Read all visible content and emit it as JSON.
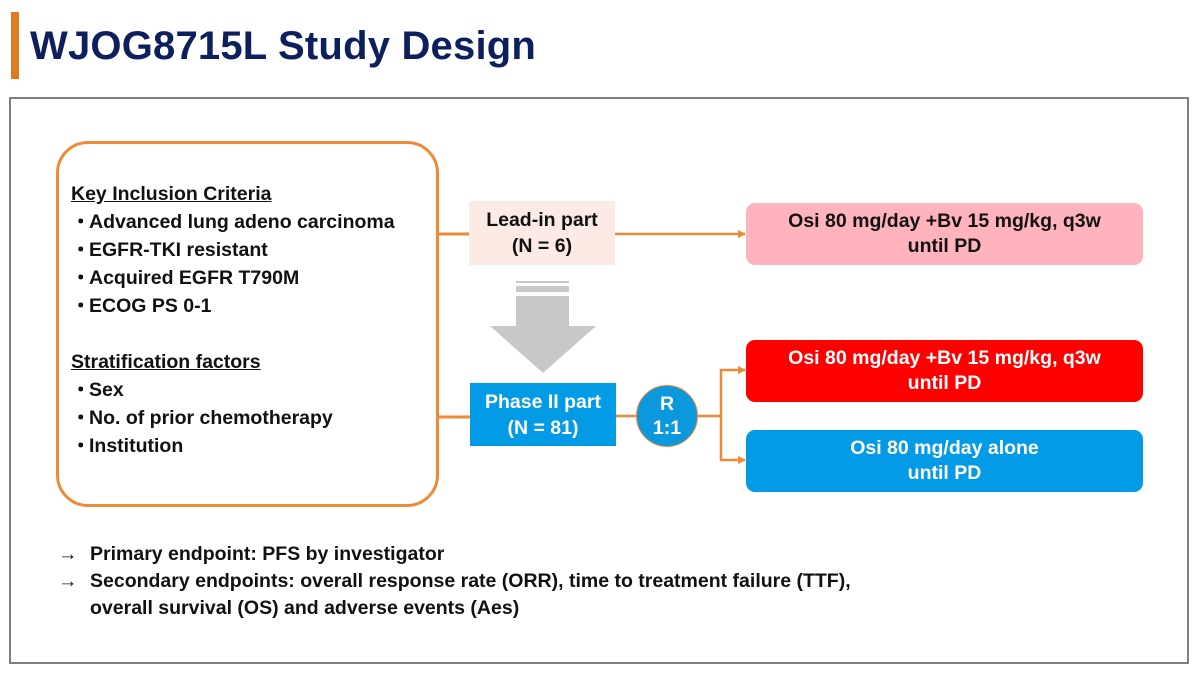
{
  "header": {
    "title": "WJOG8715L Study Design",
    "accent_color": "#e07b22",
    "title_color": "#0d1f5c"
  },
  "criteria": {
    "inclusion_heading": "Key Inclusion Criteria",
    "inclusion_items": [
      "Advanced lung adeno carcinoma",
      "EGFR-TKI resistant",
      "Acquired EGFR T790M",
      "ECOG PS 0-1"
    ],
    "stratification_heading": "Stratification factors",
    "stratification_items": [
      "Sex",
      "No. of prior chemotherapy",
      "Institution"
    ],
    "bullet": "・"
  },
  "flow": {
    "lead_in": {
      "line1": "Lead-in part",
      "line2": "(N = 6)"
    },
    "phase2": {
      "line1": "Phase II part",
      "line2": "(N = 81)"
    },
    "randomization": {
      "line1": "R",
      "line2": "1:1"
    },
    "arms": [
      {
        "line1": "Osi 80 mg/day +Bv 15 mg/kg, q3w",
        "line2": "until PD",
        "color": "#ffb3bd"
      },
      {
        "line1": "Osi 80 mg/day +Bv 15 mg/kg, q3w",
        "line2": "until PD",
        "color": "#ff0000"
      },
      {
        "line1": "Osi 80 mg/day alone",
        "line2": "until PD",
        "color": "#039be5"
      }
    ],
    "connector_color": "#ee8a36"
  },
  "endpoints": {
    "arrow": "→",
    "primary": "Primary endpoint: PFS by investigator",
    "secondary_line1": "Secondary endpoints: overall response rate (ORR), time to treatment failure (TTF),",
    "secondary_line2": "overall survival (OS) and adverse events (Aes)"
  }
}
